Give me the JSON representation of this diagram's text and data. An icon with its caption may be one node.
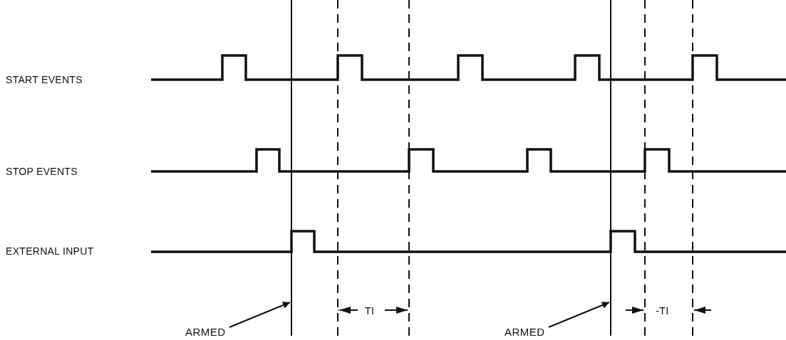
{
  "diagram": {
    "nodes": [
      {
        "text": [
          "ARMED"
        ]
      },
      {
        "text": [],
        "shape": "bar"
      },
      {
        "text": [
          "ARMED"
        ]
      },
      {
        "text": [],
        "shape": "bar"
      }
    ],
    "edges": [
      {
        "from": 0,
        "to": 1,
        "arrow": "to"
      },
      {
        "from": 2,
        "to": 3,
        "arrow": "to"
      }
    ],
    "labels": [
      "START EVENTS",
      "STOP EVENTS",
      "EXTERNAL INPUT",
      "TI",
      "-TI"
    ]
  }
}
